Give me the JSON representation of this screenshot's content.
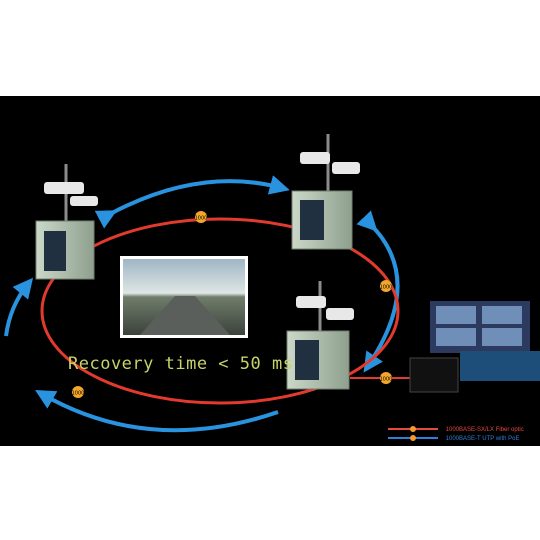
{
  "recovery_text": "Recovery time < 50 ms",
  "badges": [
    "1000",
    "1000",
    "1000",
    "1000"
  ],
  "legend": [
    {
      "label": "1000BASE-SX/LX Fiber optic",
      "color": "#e64a3c",
      "dot": "#f29a2b"
    },
    {
      "label": "1000BASE-T UTP with PoE",
      "color": "#2f7fd8",
      "dot": "#f29a2b"
    }
  ],
  "colors": {
    "fiber": "#e23a2e",
    "ring_arrow": "#2a93e0",
    "badge": "#f3a72a",
    "cabinet": "#b9c9b7"
  }
}
